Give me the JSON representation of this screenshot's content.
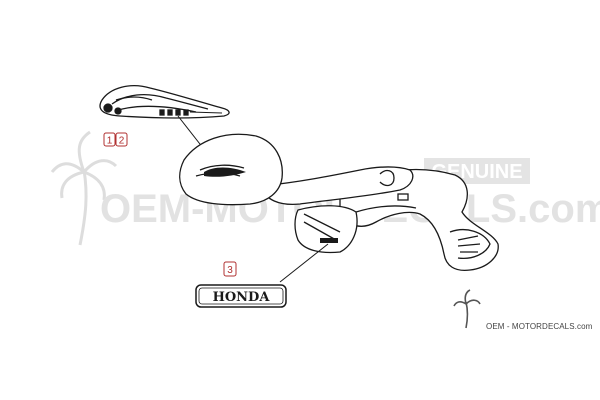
{
  "watermark": {
    "banner": "GENUINE",
    "site": "OEM-MOTORDECALS.com"
  },
  "callouts": [
    {
      "label": "1",
      "part": "tank emblem"
    },
    {
      "label": "2",
      "part": "tank emblem"
    },
    {
      "label": "3",
      "part": "side cover emblem"
    }
  ],
  "emblem_text": "HONDA",
  "footer_logo_text": "OEM - MOTORDECALS.com",
  "colors": {
    "line": "#1a1a1a",
    "callout": "#b03030",
    "watermark": "#e2e2e2"
  }
}
